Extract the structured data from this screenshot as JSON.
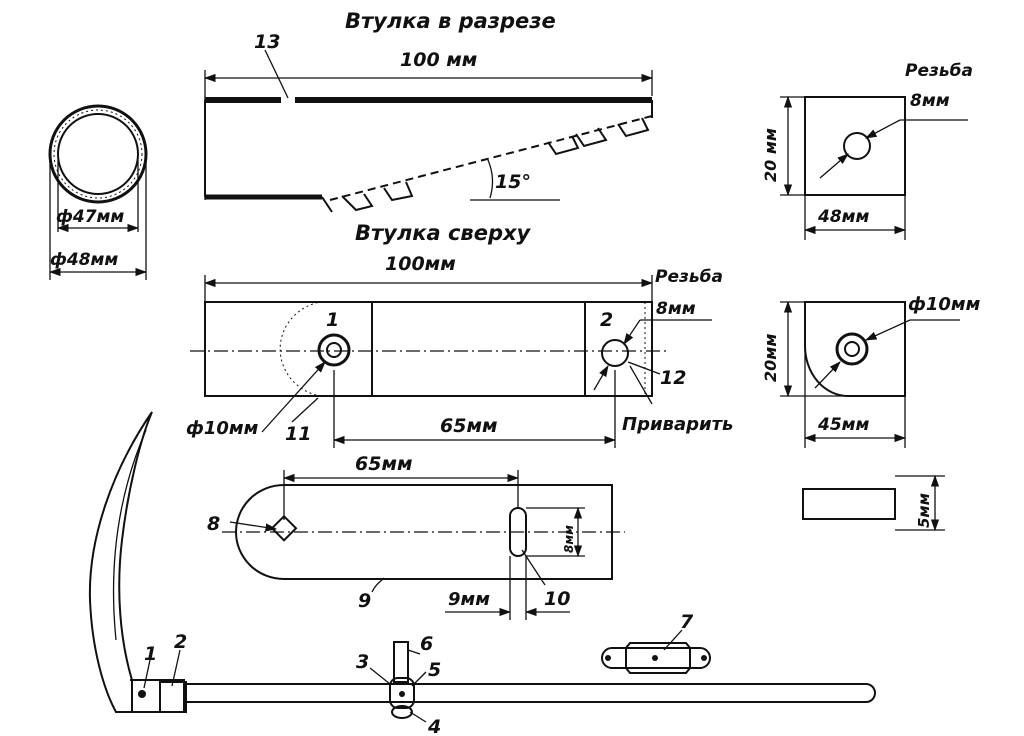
{
  "titles": {
    "section": "Втулка в разрезе",
    "top": "Втулка сверху"
  },
  "dims": {
    "d47": "ф47мм",
    "d48": "ф48мм",
    "len100_a": "100 мм",
    "len100_b": "100мм",
    "angle": "15°",
    "p1_h": "20 мм",
    "p1_w": "48мм",
    "p2_h": "20мм",
    "p2_w": "45мм",
    "hole10_a": "ф10мм",
    "hole10_b": "ф10мм",
    "len65_a": "65мм",
    "len65_b": "65мм",
    "gap9": "9мм",
    "slot8": "8мм",
    "strip5": "5мм"
  },
  "notes": {
    "thread_a": "Резьба",
    "thread_a_size": "8мм",
    "thread_b": "Резьба",
    "thread_b_size": "8мм",
    "weld": "Приварить"
  },
  "labels": {
    "n1_top": "1",
    "n2_top": "2",
    "n11": "11",
    "n12": "12",
    "n13": "13",
    "n8": "8",
    "n9": "9",
    "n10": "10",
    "n7": "7",
    "n1_bot": "1",
    "n2_bot": "2",
    "n3": "3",
    "n4": "4",
    "n5": "5",
    "n6": "6"
  }
}
